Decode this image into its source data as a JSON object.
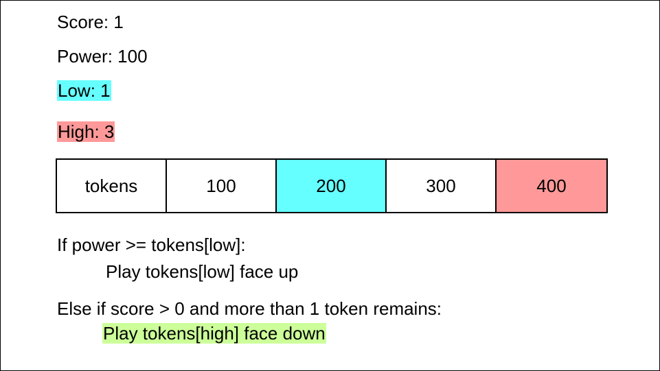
{
  "state": {
    "score_text": "Score: 1",
    "power_text": "Power: 100",
    "low_text": "Low: 1",
    "high_text": "High: 3"
  },
  "tokens_row": {
    "cells": [
      {
        "text": "tokens",
        "highlight": "none"
      },
      {
        "text": "100",
        "highlight": "none"
      },
      {
        "text": "200",
        "highlight": "low"
      },
      {
        "text": "300",
        "highlight": "none"
      },
      {
        "text": "400",
        "highlight": "high"
      }
    ]
  },
  "rules": {
    "if_line": "If power >= tokens[low]:",
    "if_action": "Play tokens[low] face up",
    "else_line": "Else if score > 0 and more than 1 token remains:",
    "else_action": "Play tokens[high] face down"
  },
  "colors": {
    "low": "#66ffff",
    "high": "#ff9999",
    "action": "#ccff99",
    "border": "#000000"
  }
}
